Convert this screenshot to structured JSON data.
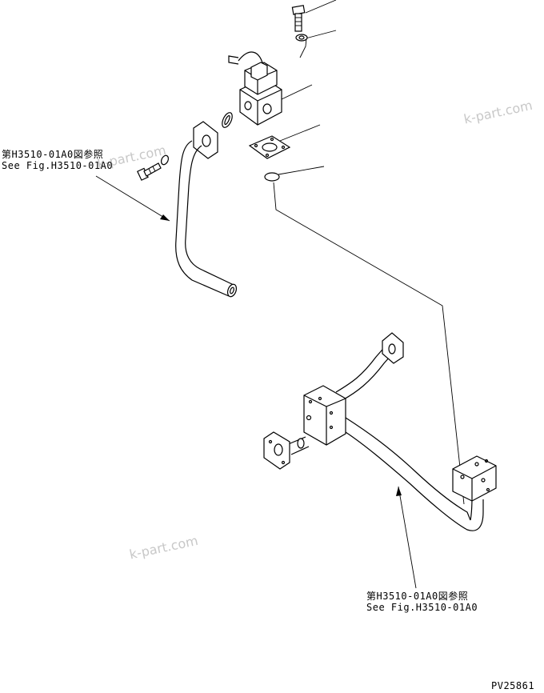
{
  "labels": {
    "ref_top": {
      "line1": "第H3510-01A0図参照",
      "line2": "See Fig.H3510-01A0"
    },
    "ref_bottom": {
      "line1": "第H3510-01A0図参照",
      "line2": "See Fig.H3510-01A0"
    },
    "figure_code": "PV25861"
  },
  "watermarks": [
    "k-part.com",
    "k-part.com",
    "k-part.com"
  ],
  "parts": [
    "bolt-top",
    "washer-top",
    "solenoid-valve",
    "o-ring",
    "gasket-plate",
    "plug",
    "bolt-left",
    "washer-left",
    "pipe-left",
    "pipe-assembly"
  ]
}
